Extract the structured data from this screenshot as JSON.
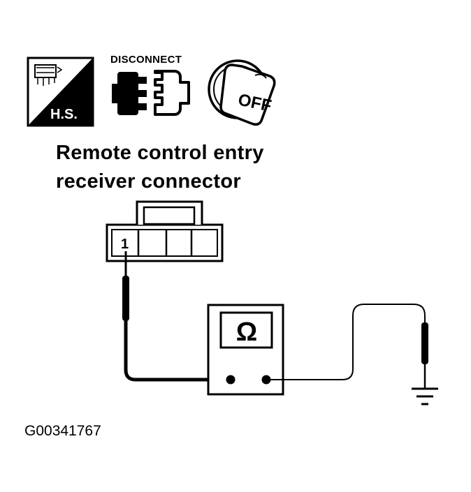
{
  "icons": {
    "harness_side": {
      "label": "H.S.",
      "icon": "harness-side-icon"
    },
    "disconnect": {
      "label": "DISCONNECT",
      "icon": "connector-disconnect-icon"
    },
    "ignition_off": {
      "label": "OFF",
      "icon": "ignition-key-off-icon"
    }
  },
  "caption": {
    "line1": "Remote control entry",
    "line2": "receiver connector"
  },
  "connector": {
    "terminal_label": "1"
  },
  "meter": {
    "symbol": "Ω",
    "icon": "ohmmeter-icon"
  },
  "ground": {
    "icon": "ground-symbol-icon"
  },
  "figure_id": "G00341767"
}
